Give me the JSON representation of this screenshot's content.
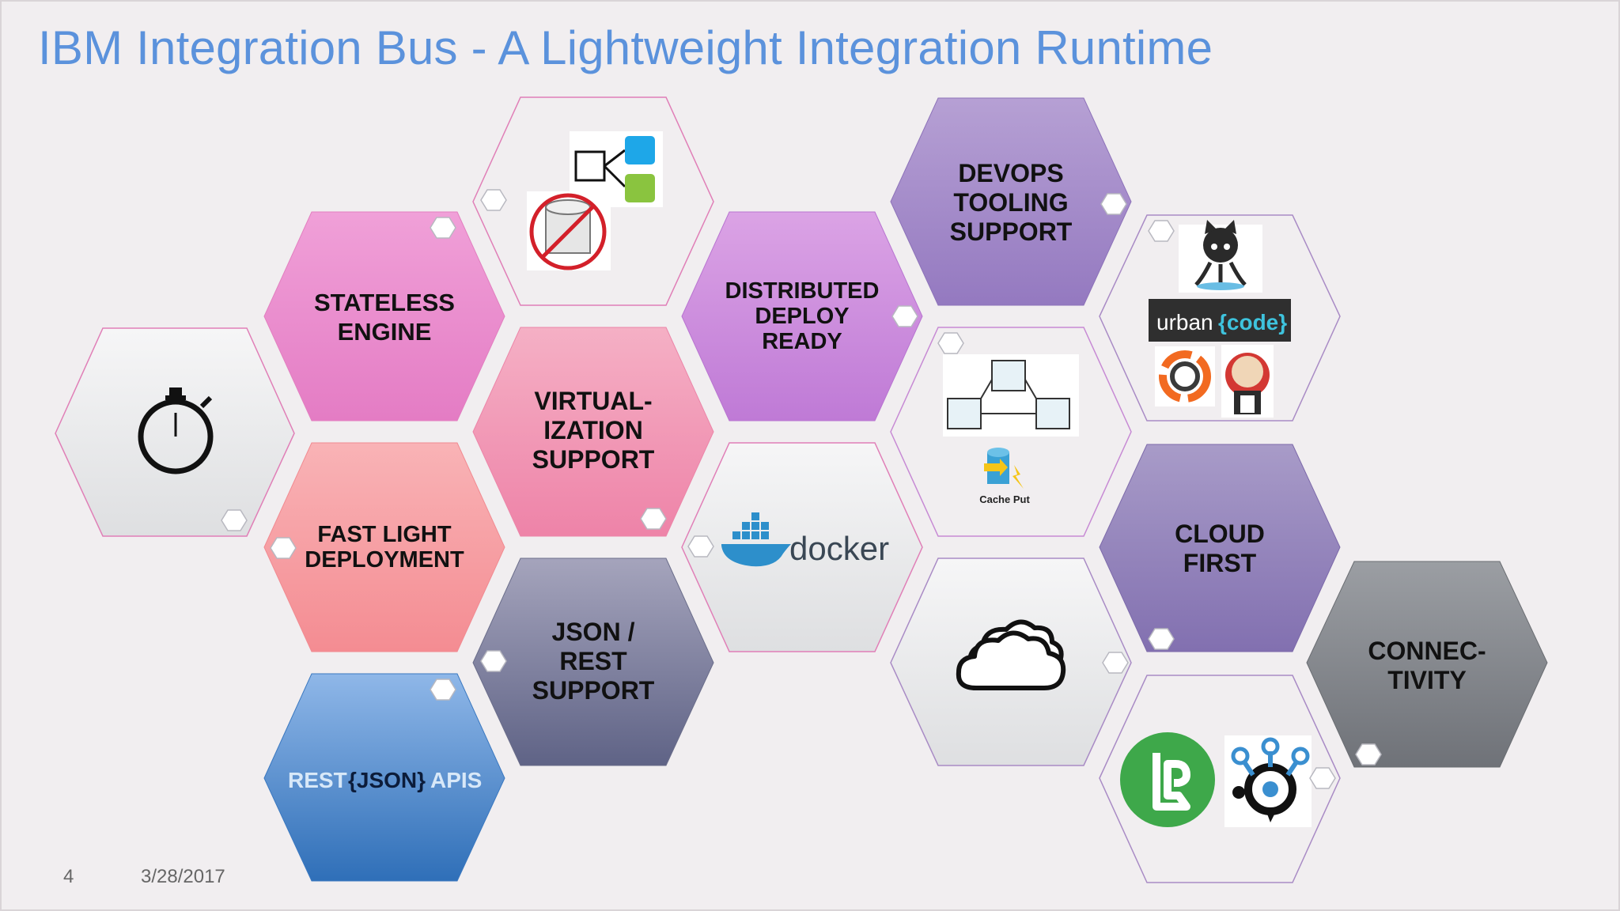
{
  "slide": {
    "title": "IBM Integration Bus - A Lightweight Integration Runtime",
    "page_number": "4",
    "date": "3/28/2017"
  },
  "hexes": {
    "stateless": {
      "line1": "STATELESS",
      "line2": "ENGINE"
    },
    "fast": {
      "line1": "FAST LIGHT",
      "line2": "DEPLOYMENT"
    },
    "virtual": {
      "line1": "VIRTUAL-",
      "line2": "IZATION",
      "line3": "SUPPORT"
    },
    "json": {
      "line1": "JSON /",
      "line2": "REST",
      "line3": "SUPPORT"
    },
    "distributed": {
      "line1": "DISTRIBUTED",
      "line2": "DEPLOY",
      "line3": "READY"
    },
    "devops": {
      "line1": "DEVOPS",
      "line2": "TOOLING",
      "line3": "SUPPORT"
    },
    "cloud": {
      "line1": "CLOUD",
      "line2": "FIRST"
    },
    "connectivity": {
      "line1": "CONNEC-",
      "line2": "TIVITY"
    }
  },
  "logos": {
    "docker": "docker",
    "urban": "urban",
    "code": "{code}",
    "rest_prefix": "REST",
    "rest_json": "{JSON}",
    "rest_apis": "APIS",
    "cache_put": "Cache Put"
  },
  "colors": {
    "title": "#5b92dc",
    "pink": "#e97fc6",
    "salmon": "#f79a9e",
    "rose": "#f18fb0",
    "lavender": "#c886d9",
    "violet": "#9d80c6",
    "slate": "#6f7291",
    "grey": "#7d8086",
    "blue": "#3f80c8"
  },
  "icons": [
    "stopwatch-icon",
    "flow-icon",
    "no-database-icon",
    "docker-icon",
    "cache-icon",
    "cloud-icon",
    "github-icon",
    "urbancode-icon",
    "jenkins-icon",
    "bluemix-icon",
    "api-connect-icon",
    "rest-json-icon"
  ]
}
